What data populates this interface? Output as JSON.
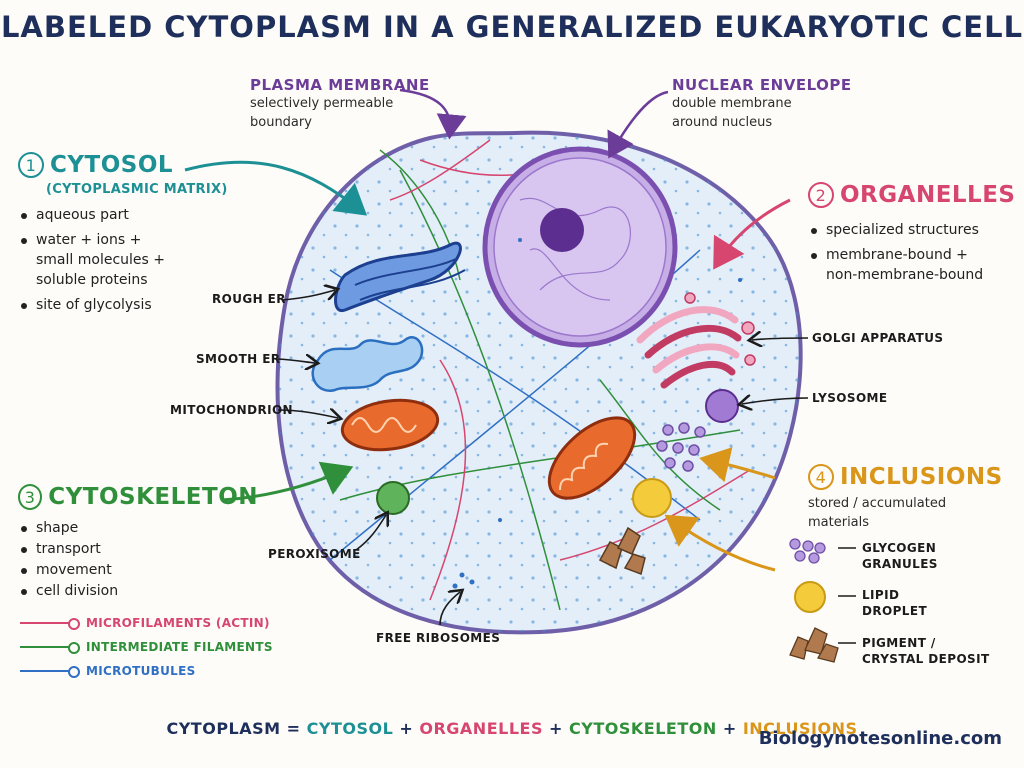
{
  "title": "LABELED CYTOPLASM IN A GENERALIZED EUKARYOTIC CELL",
  "plasma_membrane": {
    "title": "PLASMA MEMBRANE",
    "desc1": "selectively permeable",
    "desc2": "boundary"
  },
  "nuclear_envelope": {
    "title": "NUCLEAR ENVELOPE",
    "desc1": "double membrane",
    "desc2": "around nucleus"
  },
  "cytosol": {
    "num": "1",
    "title": "CYTOSOL",
    "subtitle": "(CYTOPLASMIC MATRIX)",
    "bullets": [
      "aqueous part",
      "water + ions +\nsmall molecules +\nsoluble proteins",
      "site of glycolysis"
    ]
  },
  "organelles": {
    "num": "2",
    "title": "ORGANELLES",
    "bullets": [
      "specialized structures",
      "membrane-bound +\nnon-membrane-bound"
    ]
  },
  "cytoskeleton": {
    "num": "3",
    "title": "CYTOSKELETON",
    "bullets": [
      "shape",
      "transport",
      "movement",
      "cell division"
    ],
    "legend": [
      "MICROFILAMENTS (ACTIN)",
      "INTERMEDIATE FILAMENTS",
      "MICROTUBULES"
    ]
  },
  "inclusions": {
    "num": "4",
    "title": "INCLUSIONS",
    "desc1": "stored / accumulated",
    "desc2": "materials",
    "items": [
      "GLYCOGEN\nGRANULES",
      "LIPID\nDROPLET",
      "PIGMENT /\nCRYSTAL DEPOSIT"
    ]
  },
  "labels": {
    "rough_er": "ROUGH ER",
    "smooth_er": "SMOOTH ER",
    "mitochondrion": "MITOCHONDRION",
    "peroxisome": "PEROXISOME",
    "free_ribosomes": "FREE RIBOSOMES",
    "golgi": "GOLGI APPARATUS",
    "lysosome": "LYSOSOME"
  },
  "equation": {
    "lhs": "CYTOPLASM",
    "eq": "=",
    "t1": "CYTOSOL",
    "p1": "+",
    "t2": "ORGANELLES",
    "p2": "+",
    "t3": "CYTOSKELETON",
    "p3": "+",
    "t4": "INCLUSIONS"
  },
  "credit": "Biologynotesonline.com",
  "colors": {
    "navy": "#1e2f5c",
    "teal": "#1c9095",
    "pink": "#d6466f",
    "green": "#2f8f3a",
    "gold": "#d9961a",
    "purple": "#6c3d98",
    "blue": "#2f6fc4"
  }
}
